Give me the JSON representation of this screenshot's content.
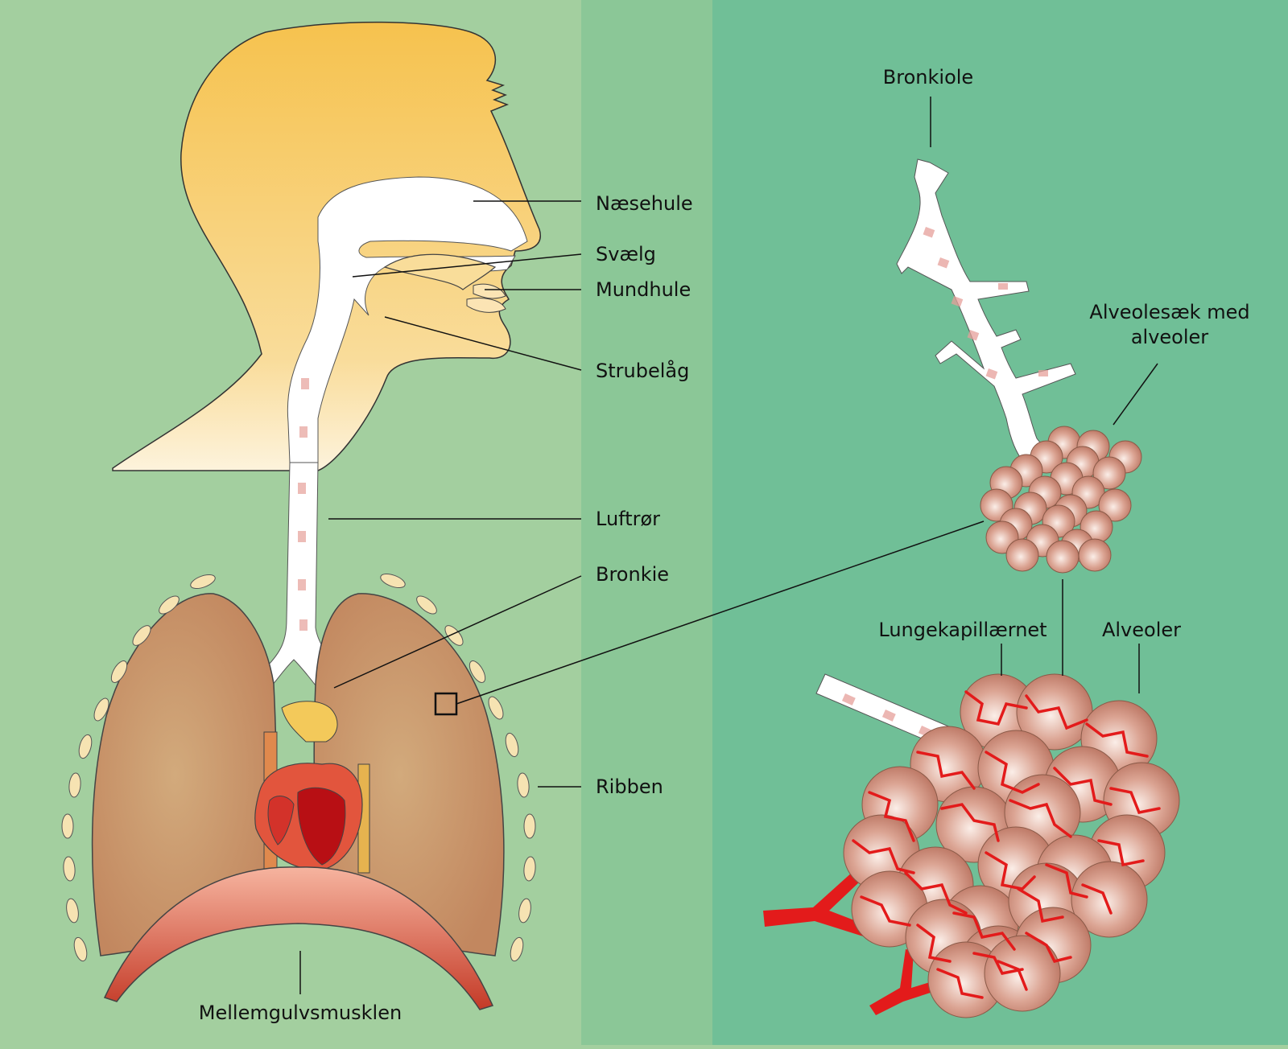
{
  "labels": {
    "nasal_cavity": "Næsehule",
    "pharynx": "Svælg",
    "oral_cavity": "Mundhule",
    "epiglottis": "Strubelåg",
    "trachea": "Luftrør",
    "bronchus": "Bronkie",
    "ribs": "Ribben",
    "diaphragm": "Mellemgulvsmusklen",
    "bronchiole": "Bronkiole",
    "alveolar_sac_line1": "Alveolesæk med",
    "alveolar_sac_line2": "alveoler",
    "capillary_network": "Lungekapillærnet",
    "alveoli": "Alveoler"
  },
  "colors": {
    "panel_left": "#a3cf9f",
    "panel_middle": "#8bc797",
    "panel_right": "#70bf97",
    "head_skin": "#f6c24e",
    "airway": "#ffffff",
    "lung": "#c48a62",
    "alveolus": "#d59a88",
    "capillary": "#e31b1b",
    "heart": "#cc1f1f",
    "diaphragm": "#d6513b",
    "rib": "#f6e3b2"
  }
}
